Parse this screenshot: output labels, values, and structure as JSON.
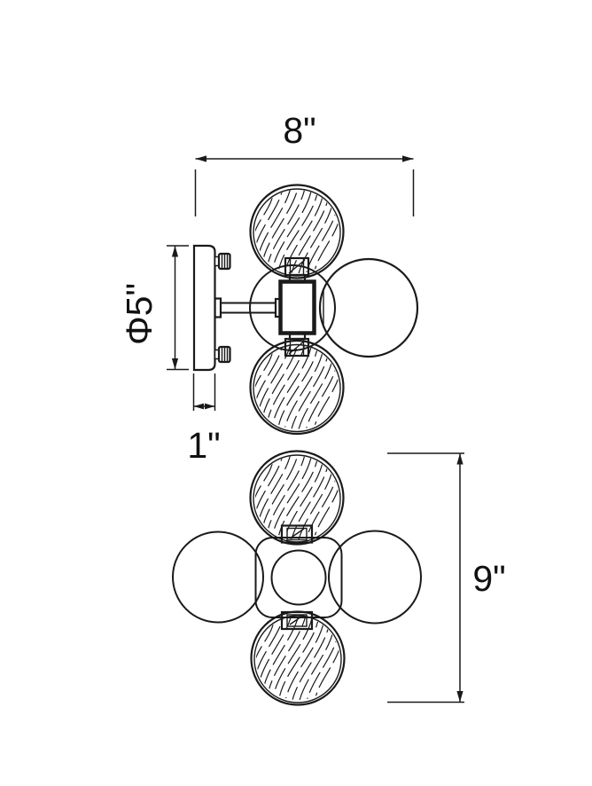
{
  "colors": {
    "ink": "#1a1a1a",
    "background": "#ffffff"
  },
  "dimensions": {
    "width": {
      "label": "8\""
    },
    "backplate_diameter": {
      "label": "Φ5\""
    },
    "backplate_depth": {
      "label": "1\""
    },
    "height": {
      "label": "9\""
    }
  }
}
